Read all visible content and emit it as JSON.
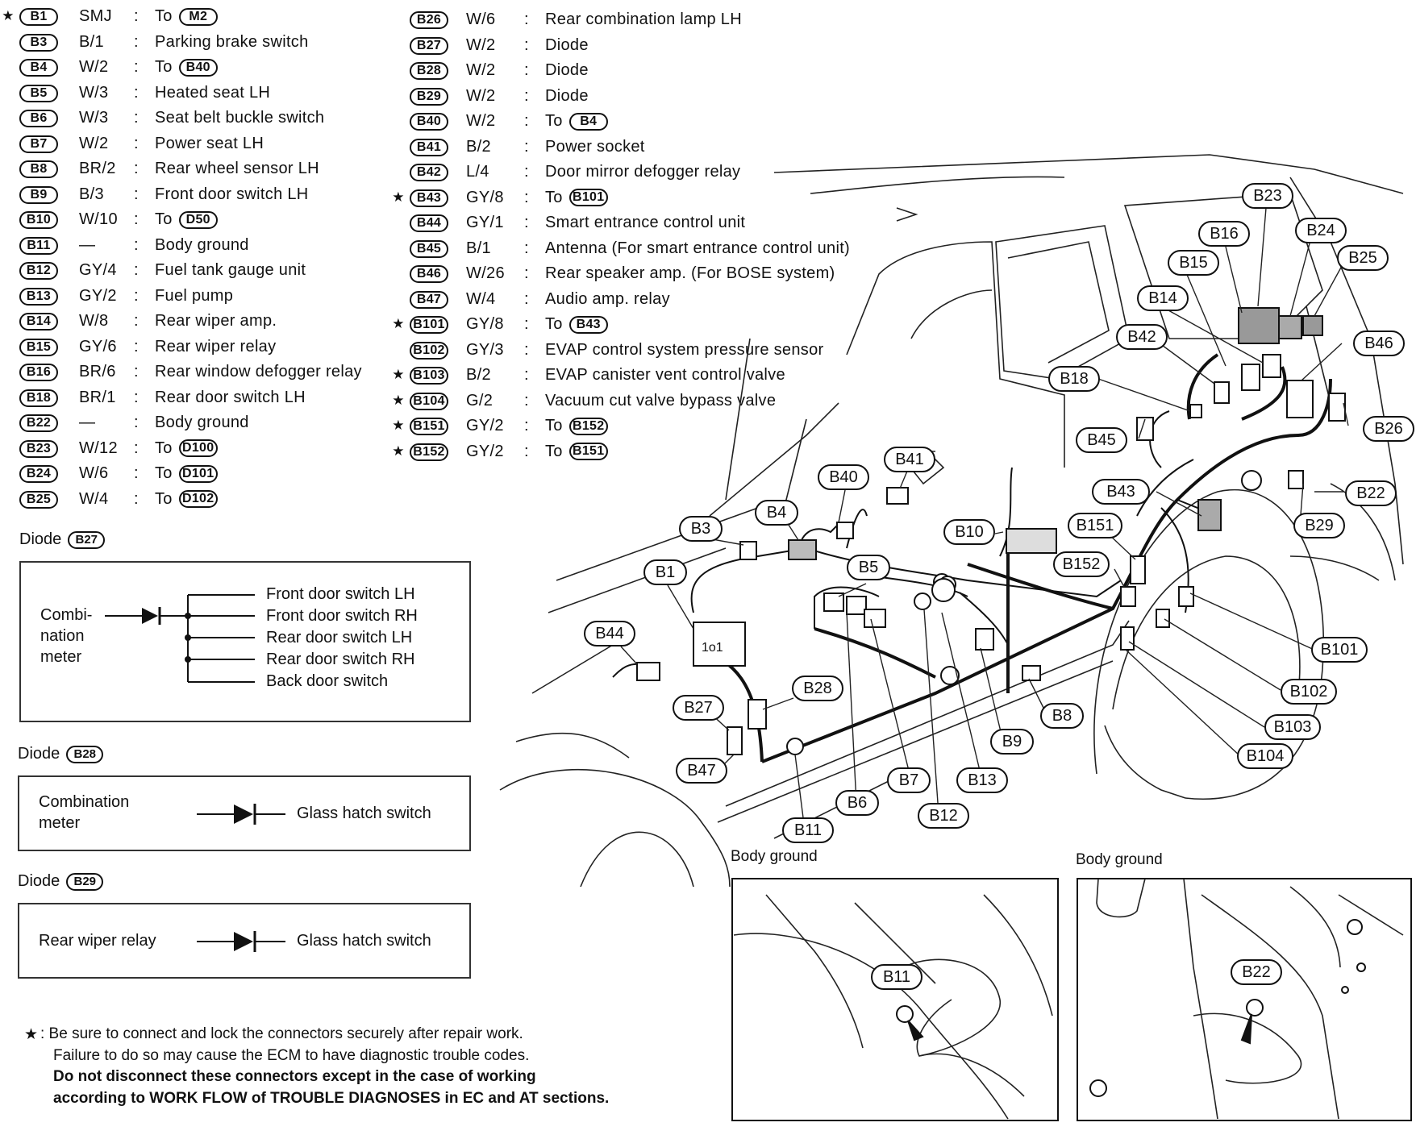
{
  "connectors_left": [
    {
      "star": true,
      "code": "B1",
      "spec": "SMJ",
      "desc": "To",
      "ref": "M2"
    },
    {
      "star": false,
      "code": "B3",
      "spec": "B/1",
      "desc": "Parking brake switch"
    },
    {
      "star": false,
      "code": "B4",
      "spec": "W/2",
      "desc": "To",
      "ref": "B40"
    },
    {
      "star": false,
      "code": "B5",
      "spec": "W/3",
      "desc": "Heated seat LH"
    },
    {
      "star": false,
      "code": "B6",
      "spec": "W/3",
      "desc": "Seat belt buckle switch"
    },
    {
      "star": false,
      "code": "B7",
      "spec": "W/2",
      "desc": "Power seat LH"
    },
    {
      "star": false,
      "code": "B8",
      "spec": "BR/2",
      "desc": "Rear wheel sensor LH"
    },
    {
      "star": false,
      "code": "B9",
      "spec": "B/3",
      "desc": "Front door switch LH"
    },
    {
      "star": false,
      "code": "B10",
      "spec": "W/10",
      "desc": "To",
      "ref": "D50"
    },
    {
      "star": false,
      "code": "B11",
      "spec": "—",
      "desc": "Body ground"
    },
    {
      "star": false,
      "code": "B12",
      "spec": "GY/4",
      "desc": "Fuel tank gauge unit"
    },
    {
      "star": false,
      "code": "B13",
      "spec": "GY/2",
      "desc": "Fuel pump"
    },
    {
      "star": false,
      "code": "B14",
      "spec": "W/8",
      "desc": "Rear wiper amp."
    },
    {
      "star": false,
      "code": "B15",
      "spec": "GY/6",
      "desc": "Rear wiper relay"
    },
    {
      "star": false,
      "code": "B16",
      "spec": "BR/6",
      "desc": "Rear window defogger relay"
    },
    {
      "star": false,
      "code": "B18",
      "spec": "BR/1",
      "desc": "Rear door switch LH"
    },
    {
      "star": false,
      "code": "B22",
      "spec": "—",
      "desc": "Body ground"
    },
    {
      "star": false,
      "code": "B23",
      "spec": "W/12",
      "desc": "To",
      "ref": "D100"
    },
    {
      "star": false,
      "code": "B24",
      "spec": "W/6",
      "desc": "To",
      "ref": "D101"
    },
    {
      "star": false,
      "code": "B25",
      "spec": "W/4",
      "desc": "To",
      "ref": "D102"
    }
  ],
  "connectors_right": [
    {
      "star": false,
      "code": "B26",
      "spec": "W/6",
      "desc": "Rear combination lamp LH"
    },
    {
      "star": false,
      "code": "B27",
      "spec": "W/2",
      "desc": "Diode"
    },
    {
      "star": false,
      "code": "B28",
      "spec": "W/2",
      "desc": "Diode"
    },
    {
      "star": false,
      "code": "B29",
      "spec": "W/2",
      "desc": "Diode"
    },
    {
      "star": false,
      "code": "B40",
      "spec": "W/2",
      "desc": "To",
      "ref": "B4"
    },
    {
      "star": false,
      "code": "B41",
      "spec": "B/2",
      "desc": "Power socket"
    },
    {
      "star": false,
      "code": "B42",
      "spec": "L/4",
      "desc": "Door mirror defogger relay"
    },
    {
      "star": true,
      "code": "B43",
      "spec": "GY/8",
      "desc": "To",
      "ref": "B101"
    },
    {
      "star": false,
      "code": "B44",
      "spec": "GY/1",
      "desc": "Smart entrance control unit"
    },
    {
      "star": false,
      "code": "B45",
      "spec": "B/1",
      "desc": "Antenna (For smart entrance control unit)"
    },
    {
      "star": false,
      "code": "B46",
      "spec": "W/26",
      "desc": "Rear speaker amp. (For BOSE system)"
    },
    {
      "star": false,
      "code": "B47",
      "spec": "W/4",
      "desc": "Audio amp. relay"
    },
    {
      "star": true,
      "code": "B101",
      "spec": "GY/8",
      "desc": "To",
      "ref": "B43"
    },
    {
      "star": false,
      "code": "B102",
      "spec": "GY/3",
      "desc": "EVAP control system pressure sensor"
    },
    {
      "star": true,
      "code": "B103",
      "spec": "B/2",
      "desc": "EVAP canister vent control valve"
    },
    {
      "star": true,
      "code": "B104",
      "spec": "G/2",
      "desc": "Vacuum cut valve bypass valve"
    },
    {
      "star": true,
      "code": "B151",
      "spec": "GY/2",
      "desc": "To",
      "ref": "B152"
    },
    {
      "star": true,
      "code": "B152",
      "spec": "GY/2",
      "desc": "To",
      "ref": "B151"
    }
  ],
  "colon": ":",
  "star_glyph": "★",
  "diodes": {
    "b27": {
      "title": "Diode",
      "code": "B27",
      "left_lines": [
        "Combi-",
        "nation",
        "meter"
      ],
      "outputs": [
        "Front door switch LH",
        "Front door switch RH",
        "Rear door switch LH",
        "Rear door switch RH",
        "Back door switch"
      ]
    },
    "b28": {
      "title": "Diode",
      "code": "B28",
      "left_lines": [
        "Combination",
        "meter"
      ],
      "right": "Glass hatch switch"
    },
    "b29": {
      "title": "Diode",
      "code": "B29",
      "left": "Rear wiper relay",
      "right": "Glass hatch switch"
    }
  },
  "callouts": {
    "B23": "B23",
    "B16": "B16",
    "B24": "B24",
    "B25": "B25",
    "B15": "B15",
    "B14": "B14",
    "B42": "B42",
    "B46": "B46",
    "B18": "B18",
    "B26": "B26",
    "B45": "B45",
    "B22": "B22",
    "B41": "B41",
    "B40": "B40",
    "B43": "B43",
    "B29": "B29",
    "B4": "B4",
    "B151": "B151",
    "B10": "B10",
    "B3": "B3",
    "B152": "B152",
    "B5": "B5",
    "B1": "B1",
    "B101": "B101",
    "B44": "B44",
    "B102": "B102",
    "B28": "B28",
    "B8": "B8",
    "B27": "B27",
    "B103": "B103",
    "B9": "B9",
    "B104": "B104",
    "B47": "B47",
    "B7": "B7",
    "B13": "B13",
    "B6": "B6",
    "B12": "B12",
    "B11": "B11",
    "B11_inset": "B11",
    "B22_inset": "B22"
  },
  "insets": {
    "left_title": "Body ground",
    "right_title": "Body ground"
  },
  "notes": {
    "star": "★",
    "line1": ": Be sure to connect and lock the connectors securely after repair work.",
    "line2": "Failure to do so may cause the ECM to have diagnostic trouble codes.",
    "line3": "Do not disconnect these connectors except in the case of working",
    "line4": "according to WORK FLOW of TROUBLE DIAGNOSES in EC and AT sections."
  },
  "unit_label": "1o1"
}
